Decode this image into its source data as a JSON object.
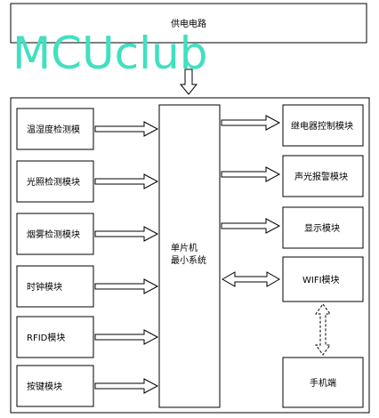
{
  "power_supply": "供电电路",
  "watermark": "MCUclub",
  "mcu": {
    "line1": "单片机",
    "line2": "最小系统"
  },
  "inputs": [
    {
      "label": "温湿度检测模"
    },
    {
      "label": "光照检测模块"
    },
    {
      "label": "烟雾检测模块"
    },
    {
      "label": "时钟模块"
    },
    {
      "label": "RFID模块"
    },
    {
      "label": "按键模块"
    }
  ],
  "outputs": [
    {
      "label": "继电器控制模块"
    },
    {
      "label": "声光报警模块"
    },
    {
      "label": "显示模块"
    }
  ],
  "wifi": "WIFI模块",
  "phone": "手机端",
  "colors": {
    "line": "#000000",
    "watermark": "#40e0c0"
  }
}
